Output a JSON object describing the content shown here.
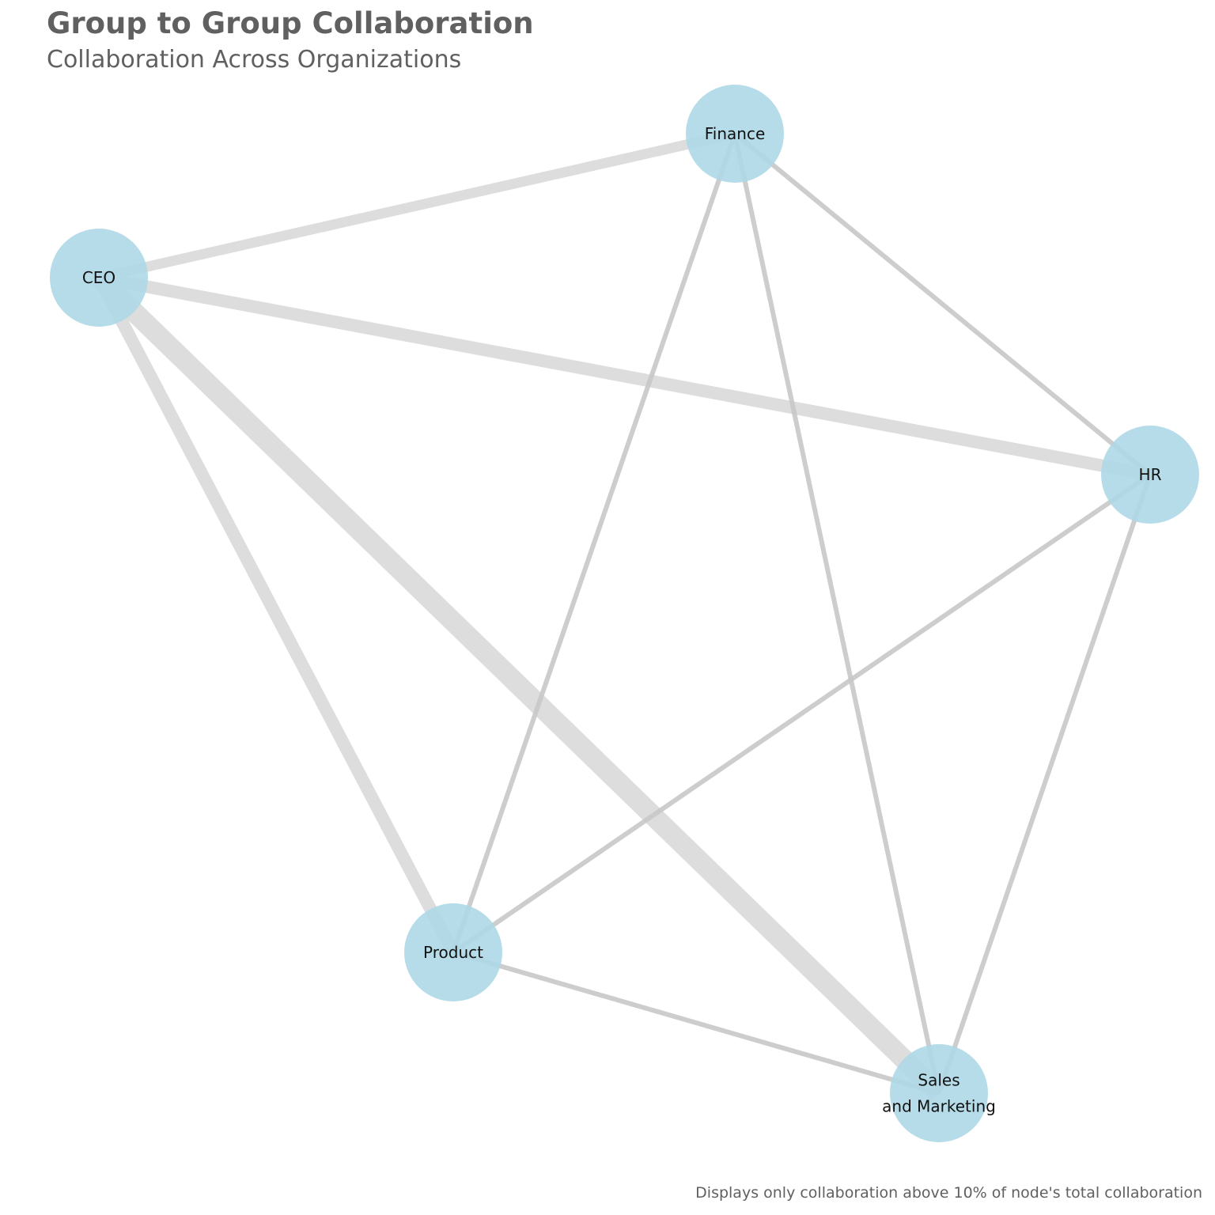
{
  "title": "Group to Group Collaboration",
  "subtitle": "Collaboration Across Organizations",
  "caption": "Displays only collaboration above 10% of node's total collaboration",
  "colors": {
    "node": "#ADD8E6",
    "edge_strong": "#D9D9D9",
    "edge_weak": "#C8C8C8",
    "text": "#606060"
  },
  "nodes": [
    {
      "id": "finance",
      "lines": [
        "Finance"
      ]
    },
    {
      "id": "ceo",
      "lines": [
        "CEO"
      ]
    },
    {
      "id": "hr",
      "lines": [
        "HR"
      ]
    },
    {
      "id": "product",
      "lines": [
        "Product"
      ]
    },
    {
      "id": "sales",
      "lines": [
        "Sales",
        "and Marketing"
      ]
    }
  ],
  "edges": [
    {
      "source": "ceo",
      "target": "finance",
      "weight": 4
    },
    {
      "source": "ceo",
      "target": "hr",
      "weight": 5
    },
    {
      "source": "ceo",
      "target": "product",
      "weight": 5
    },
    {
      "source": "ceo",
      "target": "sales",
      "weight": 8
    },
    {
      "source": "finance",
      "target": "hr",
      "weight": 2
    },
    {
      "source": "finance",
      "target": "product",
      "weight": 2
    },
    {
      "source": "finance",
      "target": "sales",
      "weight": 2
    },
    {
      "source": "hr",
      "target": "product",
      "weight": 2
    },
    {
      "source": "hr",
      "target": "sales",
      "weight": 2
    },
    {
      "source": "product",
      "target": "sales",
      "weight": 2
    }
  ]
}
